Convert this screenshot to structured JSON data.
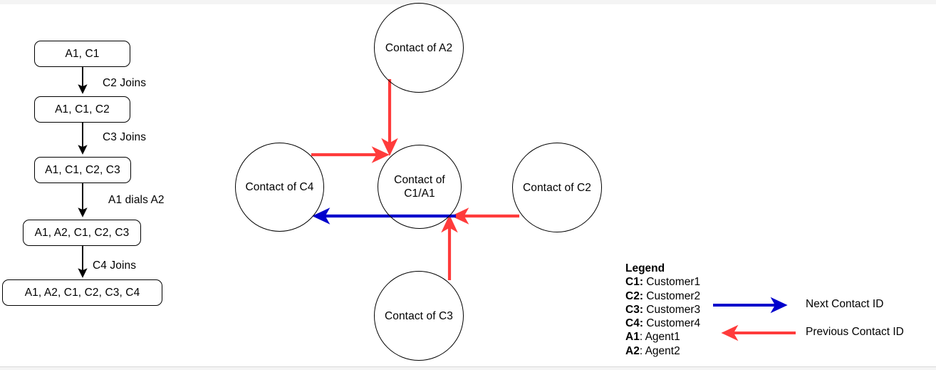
{
  "diagram": {
    "flow": {
      "boxes": [
        {
          "label": "A1, C1"
        },
        {
          "label": "A1, C1, C2"
        },
        {
          "label": "A1, C1, C2, C3"
        },
        {
          "label": "A1, A2, C1, C2, C3"
        },
        {
          "label": "A1, A2, C1, C2, C3, C4"
        }
      ],
      "transitions": [
        {
          "label": "C2 Joins"
        },
        {
          "label": "C3 Joins"
        },
        {
          "label": "A1 dials A2"
        },
        {
          "label": "C4 Joins"
        }
      ]
    },
    "graph": {
      "nodes": [
        {
          "id": "a2",
          "label": "Contact of A2"
        },
        {
          "id": "c4",
          "label": "Contact of C4"
        },
        {
          "id": "center",
          "label": "Contact of\nC1/A1"
        },
        {
          "id": "c2",
          "label": "Contact of C2"
        },
        {
          "id": "c3",
          "label": "Contact of C3"
        }
      ],
      "edges": [
        {
          "from": "a2",
          "to": "center",
          "kind": "previous"
        },
        {
          "from": "c4",
          "to": "center",
          "kind": "previous"
        },
        {
          "from": "c2",
          "to": "center",
          "kind": "previous"
        },
        {
          "from": "c3",
          "to": "center",
          "kind": "previous"
        },
        {
          "from": "center",
          "to": "c4",
          "kind": "next"
        }
      ]
    },
    "legend": {
      "title": "Legend",
      "entries": [
        {
          "key": "C1",
          "sep": ":",
          "bold_sep": true,
          "value": " Customer1"
        },
        {
          "key": "C2",
          "sep": ":",
          "bold_sep": true,
          "value": " Customer2"
        },
        {
          "key": "C3",
          "sep": ":",
          "bold_sep": true,
          "value": " Customer3"
        },
        {
          "key": "C4",
          "sep": ":",
          "bold_sep": true,
          "value": " Customer4"
        },
        {
          "key": "A1",
          "sep": ":",
          "bold_sep": false,
          "value": " Agent1"
        },
        {
          "key": "A2",
          "sep": ":",
          "bold_sep": false,
          "value": " Agent2"
        }
      ],
      "keys": {
        "next": "Next Contact ID",
        "previous": "Previous Contact ID"
      }
    },
    "colors": {
      "next_arrow": "#0000CC",
      "previous_arrow": "#FF3B3B",
      "stroke": "#000000",
      "background": "#FFFFFF"
    }
  }
}
